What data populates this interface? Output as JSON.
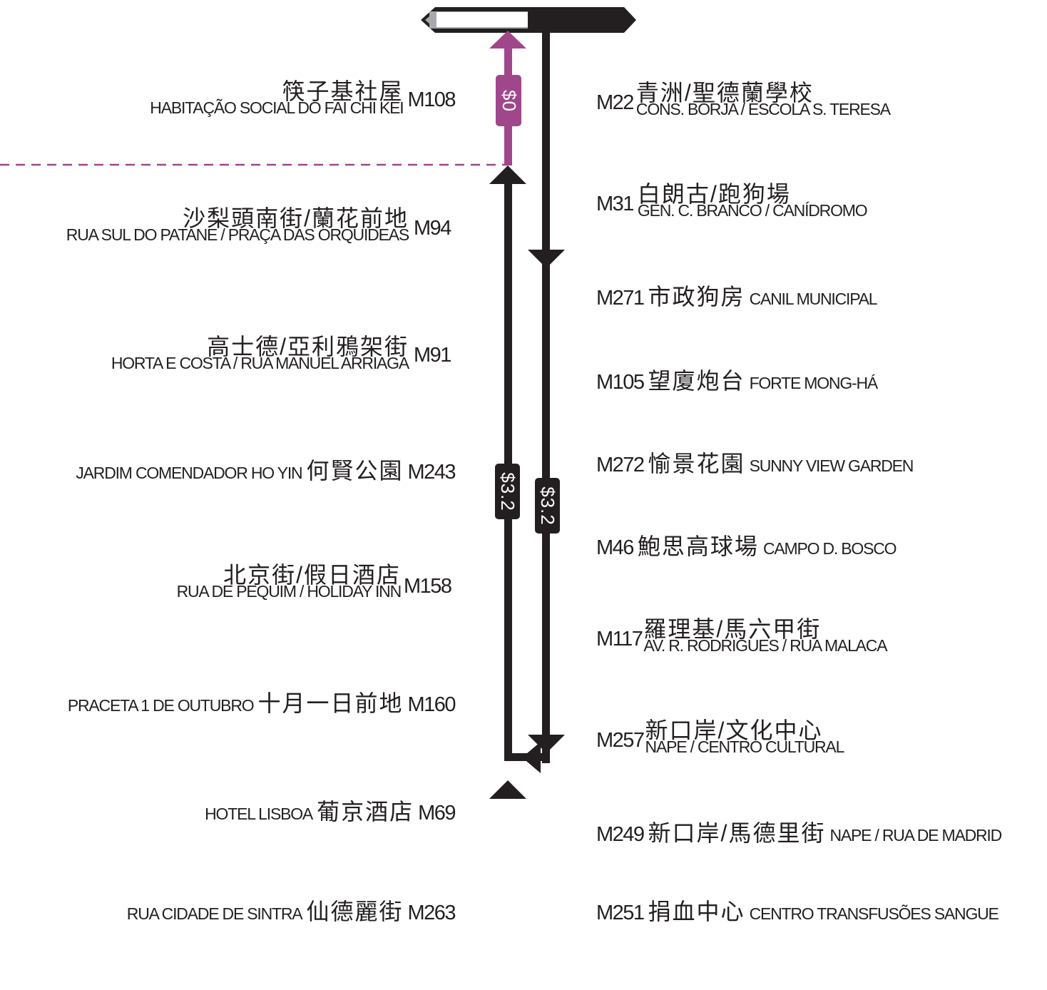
{
  "colors": {
    "line": "#231f20",
    "free_zone": "#a0478c",
    "terminal_fill": "#a7a9ac"
  },
  "fares": {
    "free": "$0",
    "outbound": "$3.2",
    "inbound": "$3.2"
  },
  "left_stops": [
    {
      "code": "M108",
      "zh": "筷子基社屋",
      "pt": "HABITAÇÃO SOCIAL DO FAI CHI KEI",
      "layout": "stacked"
    },
    {
      "code": "M94",
      "zh": "沙梨頭南街/蘭花前地",
      "pt": "RUA SUL DO PATANE / PRAÇA DAS ORQUIDEAS",
      "layout": "stacked"
    },
    {
      "code": "M91",
      "zh": "高士德/亞利鴉架街",
      "pt": "HORTA E COSTA / RUA MANUEL ARRIAGA",
      "layout": "stacked"
    },
    {
      "code": "M243",
      "zh": "何賢公園",
      "pt": "JARDIM COMENDADOR HO YIN",
      "layout": "inline"
    },
    {
      "code": "M158",
      "zh": "北京街/假日酒店",
      "pt": "RUA DE PEQUIM / HOLIDAY INN",
      "layout": "stacked"
    },
    {
      "code": "M160",
      "zh": "十月一日前地",
      "pt": "PRACETA 1 DE OUTUBRO",
      "layout": "inline"
    },
    {
      "code": "M69",
      "zh": "葡京酒店",
      "pt": "HOTEL LISBOA",
      "layout": "inline"
    },
    {
      "code": "M263",
      "zh": "仙德麗街",
      "pt": "RUA CIDADE DE SINTRA",
      "layout": "inline"
    }
  ],
  "right_stops": [
    {
      "code": "M22",
      "zh": "青洲/聖德蘭學校",
      "pt": "CONS. BORJA / ESCOLA S. TERESA",
      "layout": "stacked"
    },
    {
      "code": "M31",
      "zh": "白朗古/跑狗場",
      "pt": "GEN. C. BRANCO / CANÍDROMO",
      "layout": "stacked"
    },
    {
      "code": "M271",
      "zh": "市政狗房",
      "pt": "CANIL MUNICIPAL",
      "layout": "inline"
    },
    {
      "code": "M105",
      "zh": "望廈炮台",
      "pt": "FORTE MONG-HÁ",
      "layout": "inline"
    },
    {
      "code": "M272",
      "zh": "愉景花園",
      "pt": "SUNNY VIEW GARDEN",
      "layout": "inline"
    },
    {
      "code": "M46",
      "zh": "鮑思高球場",
      "pt": "CAMPO D. BOSCO",
      "layout": "inline"
    },
    {
      "code": "M117",
      "zh": "羅理基/馬六甲街",
      "pt": "AV. R. RODRIGUES / RUA MALACA",
      "layout": "stacked"
    },
    {
      "code": "M257",
      "zh": "新口岸/文化中心",
      "pt": "NAPE / CENTRO CULTURAL",
      "layout": "stacked"
    },
    {
      "code": "M249",
      "zh": "新口岸/馬德里街",
      "pt": "NAPE / RUA DE MADRID",
      "layout": "inline"
    },
    {
      "code": "M251",
      "zh": "捐血中心",
      "pt": "CENTRO TRANSFUSÕES SANGUE",
      "layout": "inline"
    }
  ]
}
